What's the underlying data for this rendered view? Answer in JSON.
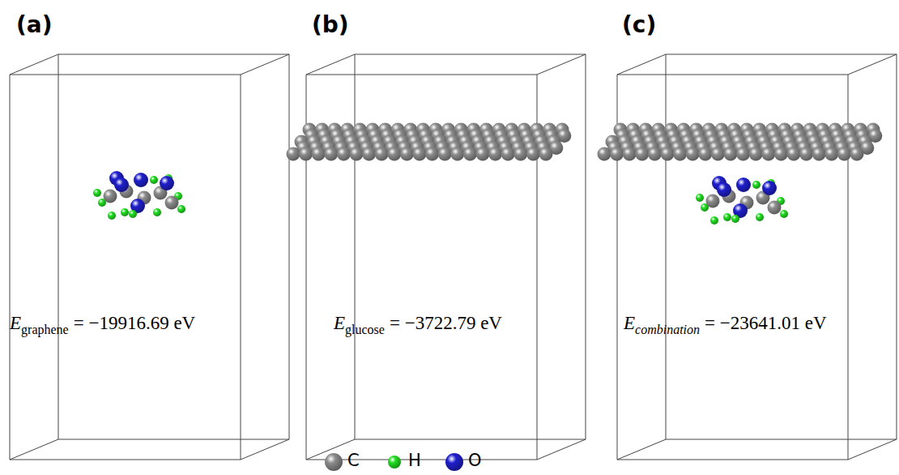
{
  "diagram": {
    "labels": [
      "(a)",
      "(b)",
      "(c)",
      "E",
      "graphene",
      "= −19916.69 eV",
      "E",
      "glucose",
      "= −3722.79 eV",
      "E",
      "combination",
      "= −23641.01 eV"
    ],
    "legend": [
      {
        "text": "C",
        "color": "#8c8c8c"
      },
      {
        "text": "H",
        "color": "#22dd22"
      },
      {
        "text": "O",
        "color": "#1f1fcc"
      }
    ]
  }
}
